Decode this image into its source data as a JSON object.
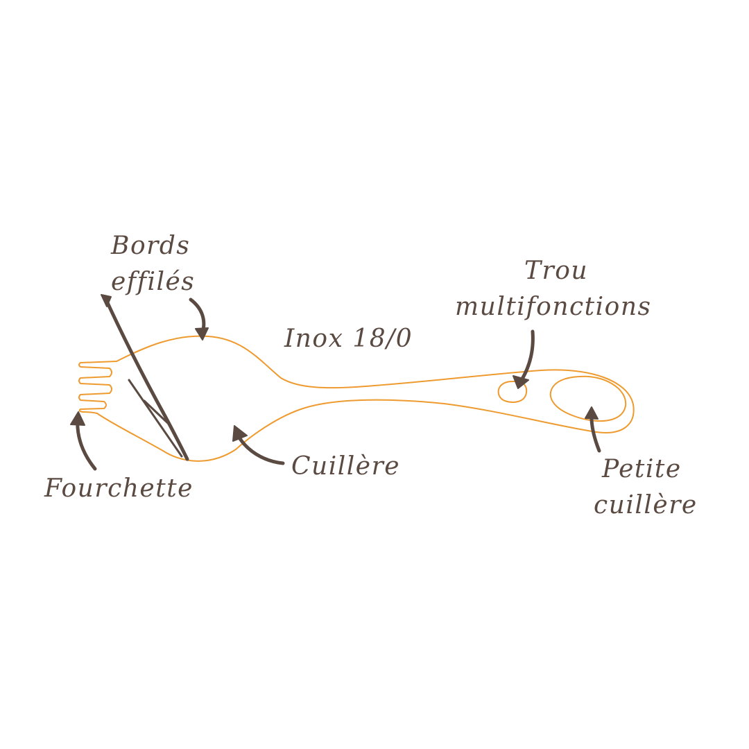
{
  "colors": {
    "background": "#ffffff",
    "outline": "#ee9a2e",
    "ink": "#5a4a42"
  },
  "labels": {
    "bords_line1": "Bords",
    "bords_line2": "effilés",
    "inox": "Inox 18/0",
    "trou_line1": "Trou",
    "trou_line2": "multifonctions",
    "fourchette": "Fourchette",
    "cuillere": "Cuillère",
    "petite_line1": "Petite",
    "petite_line2": "cuillère"
  }
}
